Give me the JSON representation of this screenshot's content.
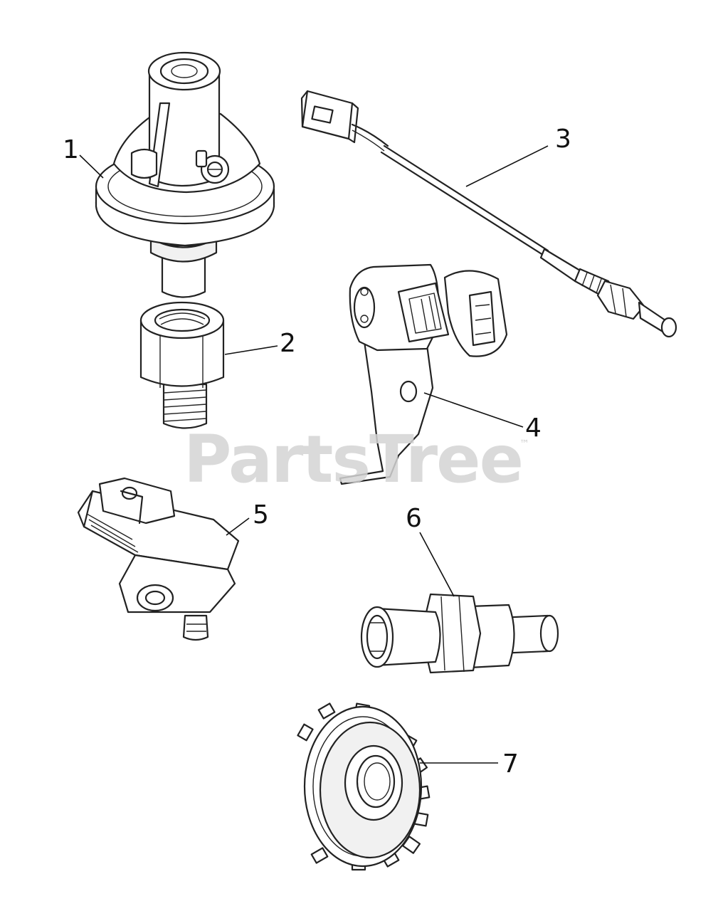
{
  "watermark": {
    "text": "PartsTree",
    "trademark": "™"
  },
  "callouts": [
    {
      "label": "1"
    },
    {
      "label": "2"
    },
    {
      "label": "3"
    },
    {
      "label": "4"
    },
    {
      "label": "5"
    },
    {
      "label": "6"
    },
    {
      "label": "7"
    }
  ],
  "colors": {
    "line": "#222222",
    "background": "#ffffff",
    "watermark": "#d4d4d4"
  }
}
